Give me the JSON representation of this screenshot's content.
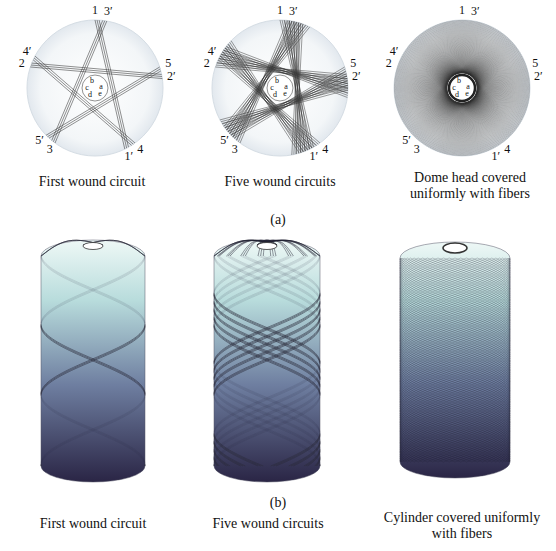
{
  "diagram": {
    "labels": [
      "1",
      "3′",
      "4′",
      "2",
      "5",
      "2′",
      "5′",
      "3",
      "1′",
      "4",
      "b",
      "c",
      "a",
      "d",
      "e",
      "1",
      "3′",
      "4′",
      "2",
      "5",
      "2′",
      "5′",
      "3",
      "1′",
      "4",
      "b",
      "c",
      "a",
      "d",
      "e",
      "1",
      "3′",
      "4′",
      "2",
      "5",
      "2′",
      "5′",
      "3",
      "1′",
      "4",
      "b",
      "c",
      "a",
      "d",
      "e",
      "First wound circuit",
      "Five wound circuits",
      "Dome head covered uniformly with fibers",
      "(a)",
      "First wound circuit",
      "Five wound circuits",
      "Cylinder covered uniformly with fibers",
      "(b)"
    ]
  }
}
